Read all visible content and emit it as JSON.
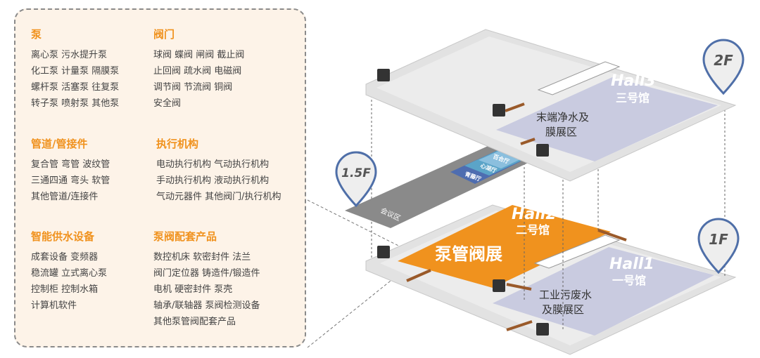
{
  "categories": [
    {
      "title": "泵",
      "items": [
        "离心泵 污水提升泵",
        "化工泵 计量泵 隔膜泵",
        "螺杆泵 活塞泵 往复泵",
        "转子泵 喷射泵 其他泵"
      ]
    },
    {
      "title": "阀门",
      "items": [
        "球阀 蝶阀 闸阀 截止阀",
        "止回阀 疏水阀 电磁阀",
        "调节阀 节流阀 铜阀",
        "安全阀"
      ]
    },
    {
      "title": "管道/管接件",
      "items": [
        "复合管 弯管 波纹管",
        "三通四通 弯头 软管",
        "其他管道/连接件"
      ]
    },
    {
      "title": "执行机构",
      "items": [
        "电动执行机构 气动执行机构",
        "手动执行机构 液动执行机构",
        "气动元器件 其他阀门/执行机构"
      ]
    },
    {
      "title": "智能供水设备",
      "items": [
        "成套设备 变频器",
        "稳流罐 立式离心泵",
        "控制柜 控制水箱",
        "计算机软件"
      ]
    },
    {
      "title": "泵阀配套产品",
      "items": [
        "数控机床 软密封件 法兰",
        "阀门定位器 铸造件/锻造件",
        "电机 硬密封件 泵壳",
        "轴承/联轴器 泵阀检测设备",
        "其他泵管阀配套产品"
      ]
    }
  ],
  "map": {
    "floors": {
      "f2": "2F",
      "f15": "1.5F",
      "f1": "1F"
    },
    "hall3": {
      "en": "Hall3",
      "cn": "三号馆",
      "zone": [
        "末端净水及",
        "膜展区"
      ]
    },
    "hall2": {
      "en": "Hall2",
      "cn": "二号馆",
      "zone": "泵管阀展"
    },
    "hall1": {
      "en": "Hall1",
      "cn": "一号馆",
      "zone": [
        "工业污废水",
        "及膜展区"
      ]
    },
    "meeting": {
      "area": "会议区",
      "rooms": [
        "百合厅",
        "心湖厅",
        "青藤厅"
      ]
    }
  },
  "colors": {
    "accent": "#f0921e",
    "hall": "#c9cbe0",
    "pin": "#4f6fa8"
  }
}
